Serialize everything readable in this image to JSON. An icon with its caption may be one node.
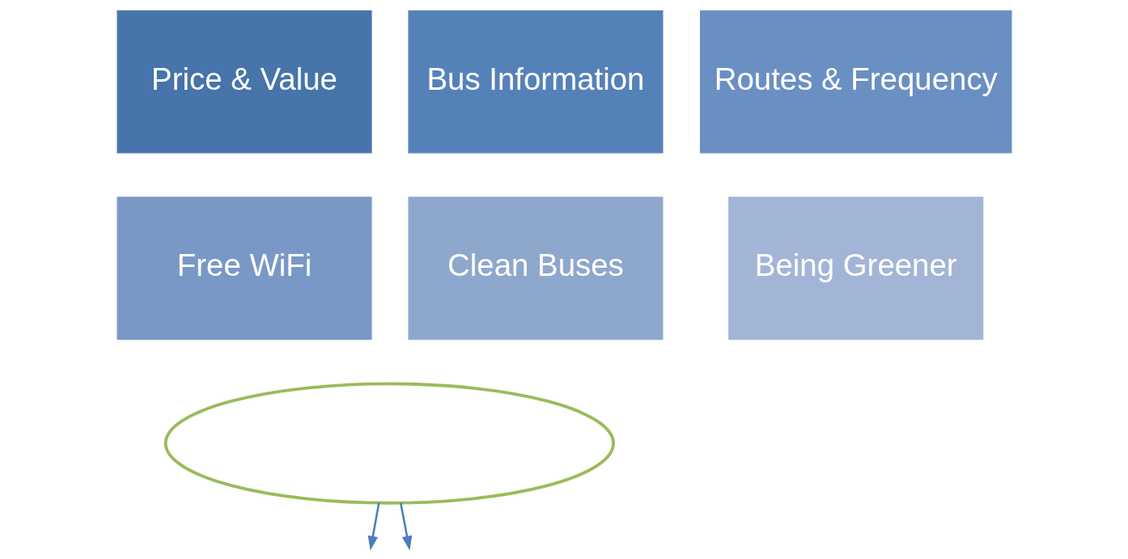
{
  "diagram": {
    "nodes": [
      {
        "text": [
          "Price & Value"
        ]
      },
      {
        "text": [
          "Bus Information"
        ]
      },
      {
        "text": [
          "Routes & Frequency"
        ]
      },
      {
        "text": [
          "Free WiFi"
        ]
      },
      {
        "text": [
          "Clean Buses"
        ]
      },
      {
        "text": [
          "Being Greener"
        ]
      },
      {
        "text": [],
        "shape": "ellipse"
      }
    ],
    "edges": [
      {
        "from": 6,
        "to": null,
        "arrow": "to"
      },
      {
        "from": 6,
        "to": null,
        "arrow": "to"
      }
    ]
  }
}
